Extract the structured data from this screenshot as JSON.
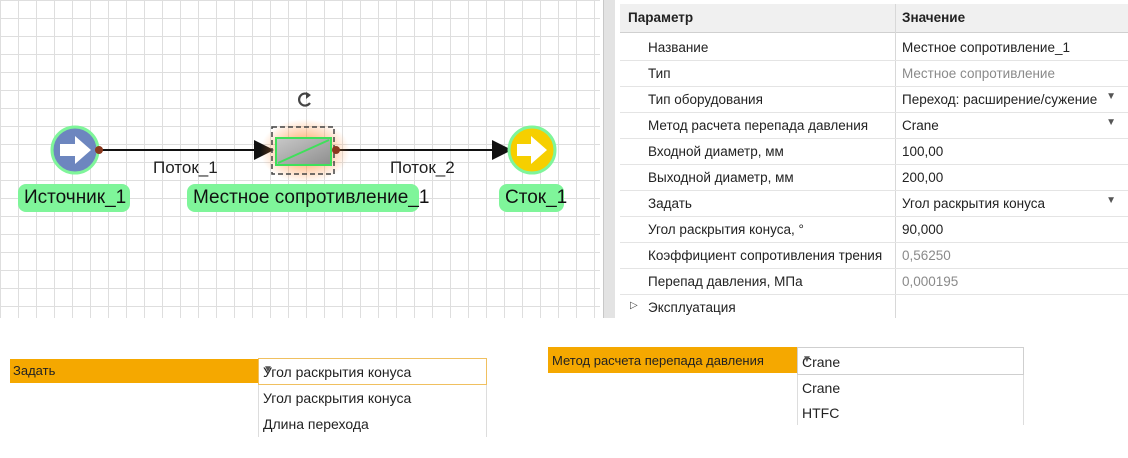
{
  "canvas": {
    "nodes": {
      "source_label": "Источник_1",
      "resistance_label": "Местное сопротивление_1",
      "sink_label": "Сток_1"
    },
    "flows": {
      "flow1_label": "Поток_1",
      "flow2_label": "Поток_2"
    },
    "icons": {
      "source": "arrow-right-icon",
      "sink": "arrow-right-icon",
      "rotate": "rotate-icon"
    },
    "colors": {
      "source_circle": "#6d86bf",
      "sink_circle": "#f6cf00",
      "node_label_bg": "#7ff59a",
      "selection_glow": "#ff9a4a"
    }
  },
  "properties": {
    "header": {
      "param": "Параметр",
      "value": "Значение"
    },
    "rows": [
      {
        "name": "Название",
        "value": "Местное сопротивление_1"
      },
      {
        "name": "Тип",
        "value": "Местное сопротивление"
      },
      {
        "name": "Тип оборудования",
        "value": "Переход: расширение/сужение"
      },
      {
        "name": "Метод расчета перепада давления",
        "value": "Crane"
      },
      {
        "name": "Входной диаметр, мм",
        "value": "100,00"
      },
      {
        "name": "Выходной диаметр, мм",
        "value": "200,00"
      },
      {
        "name": "Задать",
        "value": "Угол раскрытия конуса"
      },
      {
        "name": "Угол раскрытия конуса, °",
        "value": "90,000"
      },
      {
        "name": "Коэффициент сопротивления трения",
        "value": "0,56250"
      },
      {
        "name": "Перепад давления, МПа",
        "value": "0,000195"
      },
      {
        "name": "Эксплуатация",
        "value": ""
      }
    ]
  },
  "dropdown_set": {
    "label": "Задать",
    "selected": "Угол раскрытия конуса",
    "options": [
      "Угол раскрытия конуса",
      "Длина перехода"
    ]
  },
  "dropdown_method": {
    "label": "Метод расчета перепада давления",
    "selected": "Crane",
    "options": [
      "Crane",
      "HTFC"
    ]
  },
  "accent_colors": {
    "highlight_orange": "#f5a800"
  }
}
